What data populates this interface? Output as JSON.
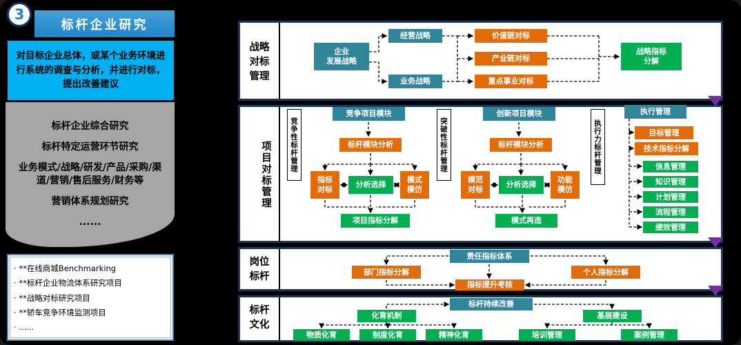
{
  "badge": "3",
  "panel": {
    "title": "标杆企业研究",
    "description": "对目标企业总体，或某个业务环境进行系统的调查与分析，并进行对标，提出改善建议",
    "research_items": [
      "标杆企业综合研究",
      "标杆特定运营环节研究",
      "业务模式/战略/研发/产品/采购/渠道/营销/售后服务/财务等",
      "营销体系规划研究",
      "......"
    ],
    "projects": [
      "**在线商城Benchmarking",
      "**标杆企业物流体系研究项目",
      "**战略对标研究项目",
      "**轿车竞争环境监测项目",
      "......"
    ]
  },
  "flow": {
    "s1": {
      "label": "战略\n对标\n管理",
      "corp": "企业\n发展战略",
      "ops": "经营战略",
      "biz": "业务战略",
      "value_chain": "价值链对标",
      "industry_chain": "产业链对标",
      "key_business": "重点事业对标",
      "decompose": "战略指标\n分解"
    },
    "s2": {
      "label": "项目对标管理",
      "v_competitive": "竞争性标杆管理",
      "v_breakthrough": "突破性标杆管理",
      "v_execution": "执行力标杆管理",
      "comp_module": "竞争项目模块",
      "comp_analysis": "标杆模块分析",
      "comp_index": "指标\n对标",
      "comp_select": "分析选择",
      "comp_imitate": "模式\n模仿",
      "comp_decompose": "项目指标分解",
      "innov_module": "创新项目模块",
      "innov_analysis": "标杆模块分析",
      "innov_model": "模范\n对标",
      "innov_select": "分析选择",
      "innov_func": "功能\n模仿",
      "innov_rebuild": "模式再造",
      "exec_mgmt": "执行管理",
      "goal_mgmt": "目标管理",
      "tech_decompose": "技术指标分解",
      "info_mgmt": "信息管理",
      "knowledge_mgmt": "知识管理",
      "plan_mgmt": "计划管理",
      "process_mgmt": "流程管理",
      "perf_mgmt": "绩效管理"
    },
    "s3": {
      "label": "岗位\n标杆",
      "responsibility": "责任指标体系",
      "dept": "部门指标分解",
      "personal": "个人指标分解",
      "assessment": "指标提升考核"
    },
    "s4": {
      "label": "标杆\n文化",
      "continuous": "标杆持续改善",
      "mechanism": "化育机制",
      "grassroots": "基层建设",
      "material": "物质化育",
      "system": "制度化育",
      "spirit": "精神化育",
      "training": "培训管理",
      "cases": "案例管理"
    }
  },
  "colors": {
    "teal": "#31859B",
    "orange": "#E36C09",
    "green": "#00B050",
    "purple": "#7030A0",
    "navy": "#17375E",
    "cyan": "#00B0F0",
    "blue_header": "#1F86C8",
    "gray": "#A6A6A6"
  }
}
